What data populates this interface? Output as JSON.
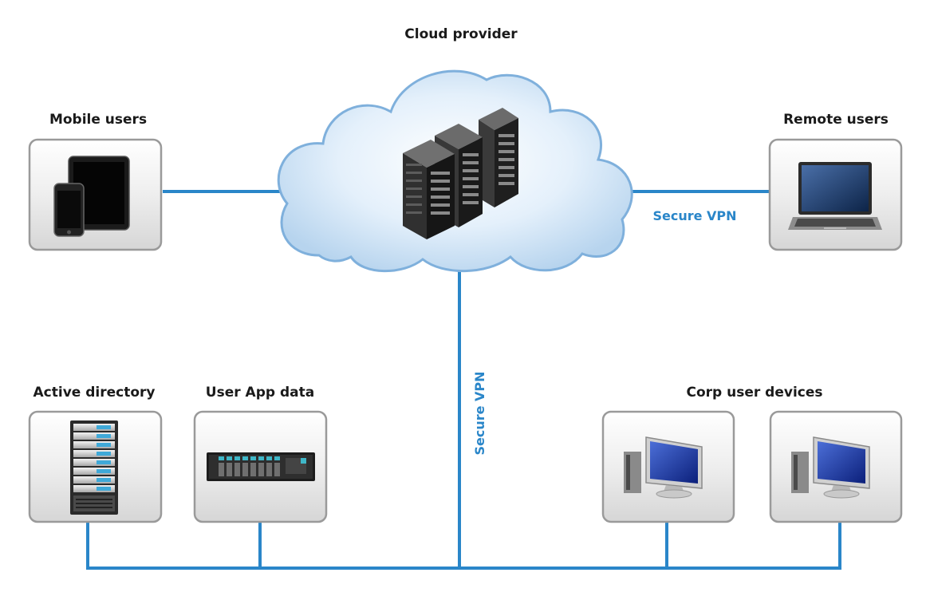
{
  "labels": {
    "cloud": "Cloud provider",
    "mobile": "Mobile users",
    "remote": "Remote users",
    "active_directory": "Active directory",
    "user_app_data": "User App data",
    "corp_devices": "Corp user devices"
  },
  "links": {
    "vpn_remote": "Secure VPN",
    "vpn_vertical": "Secure VPN"
  },
  "colors": {
    "link": "#2a86c9",
    "vpn_text": "#2a86c9",
    "card_border": "#9a9a9a"
  },
  "icons": {
    "cloud": "cloud-icon",
    "server_rack": "server-rack-icon",
    "mobile": "tablet-phone-icon",
    "remote": "laptop-icon",
    "active_directory": "tower-server-icon",
    "user_app_data": "rack-server-icon",
    "corp_device": "desktop-computer-icon"
  }
}
